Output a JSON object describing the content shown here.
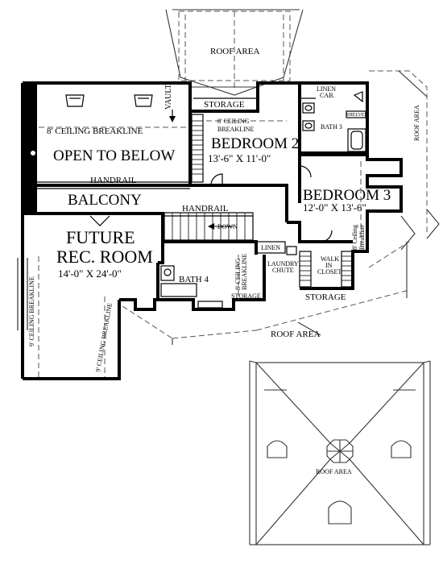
{
  "labels": {
    "roof_area_top": "ROOF AREA",
    "roof_area_right": "ROOF AREA",
    "roof_area_mid": "ROOF AREA",
    "roof_area_bottom": "ROOF AREA",
    "vault": "VAULT",
    "storage_top": "STORAGE",
    "linen_cab_1": "LINEN",
    "linen_cab_2": "CAB.",
    "shelves": "SHELVES",
    "bath3": "BATH 3",
    "ceiling_breakline_top": "8' CEILING BREAKLINE",
    "open_to_below": "OPEN TO BELOW",
    "handrail_balcony": "HANDRAIL",
    "balcony": "BALCONY",
    "ceiling_br2_1": "8' CEILING",
    "ceiling_br2_2": "BREAKLINE",
    "bedroom2_name": "BEDROOM 2",
    "bedroom2_dim": "13'-6\" X 11'-0\"",
    "bedroom3_name": "BEDROOM 3",
    "bedroom3_dim": "12'-0\" X 13'-6\"",
    "ceiling_br3_1": "8' Ceiling",
    "ceiling_br3_2": "Breakline",
    "handrail_stair": "HANDRAIL",
    "down": "DOWN",
    "future_1": "FUTURE",
    "future_2": "REC. ROOM",
    "future_dim": "14'-0\" X 24'-0\"",
    "ceiling_9_left": "9' CEILING BREAKLINE",
    "ceiling_9_mid": "9' CEILING BREAKLINE",
    "bath4": "BATH 4",
    "ceiling_8_side_1": "8' CEILING",
    "ceiling_8_side_2": "BREAKLINE",
    "storage_mid": "STORAGE",
    "linen": "LINEN",
    "laundry_1": "LAUNDRY",
    "laundry_2": "CHUTE",
    "walkin_1": "WALK",
    "walkin_2": "IN",
    "walkin_3": "CLOSET",
    "storage_bottom": "STORAGE"
  }
}
